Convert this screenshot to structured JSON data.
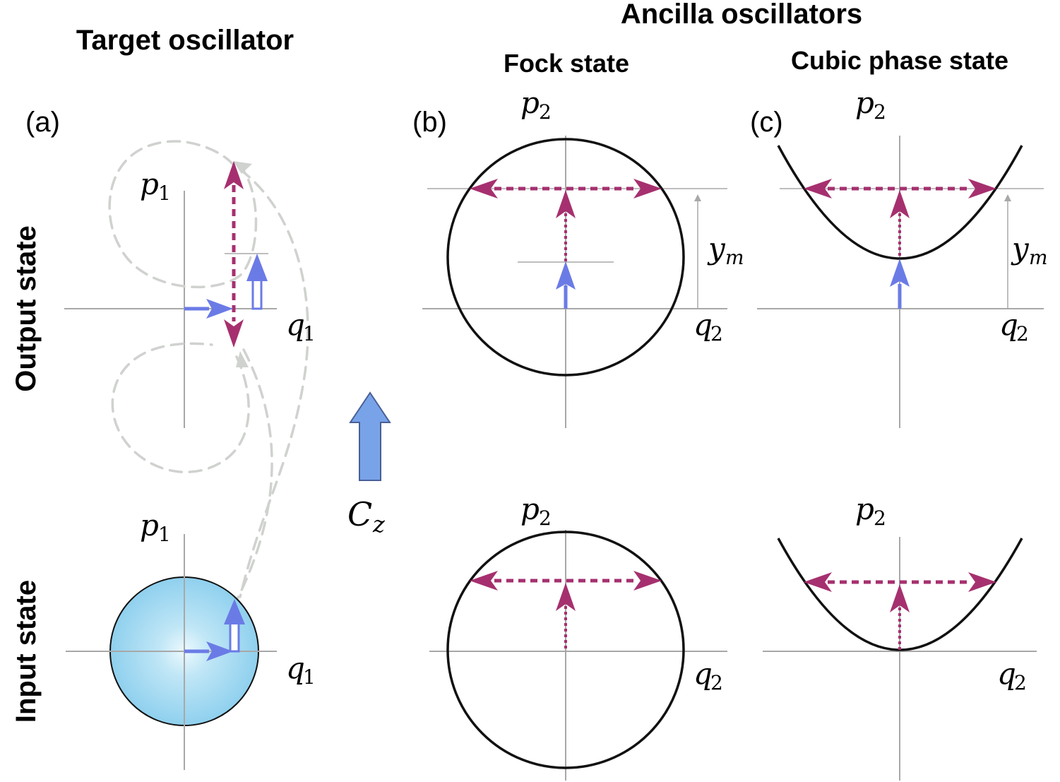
{
  "headers": {
    "target": "Target oscillator",
    "ancilla": "Ancilla oscillators",
    "fock": "Fock state",
    "cubic": "Cubic phase state"
  },
  "row_labels": {
    "output": "Output state",
    "input": "Input state"
  },
  "panel_labels": {
    "a": "(a)",
    "b": "(b)",
    "c": "(c)"
  },
  "axis_labels": {
    "p": "p",
    "q": "q",
    "sub1": "1",
    "sub2": "2",
    "y": "y",
    "m": "m"
  },
  "gate": {
    "C": "C",
    "z": "z"
  },
  "colors": {
    "magenta": "#a6306f",
    "blue": "#6b7be6",
    "gate_arrow": "#78a3e9",
    "trajectory": "#cfd2ce",
    "wigner_center": "#e8f7fc",
    "wigner_edge": "#8fd0ee"
  }
}
